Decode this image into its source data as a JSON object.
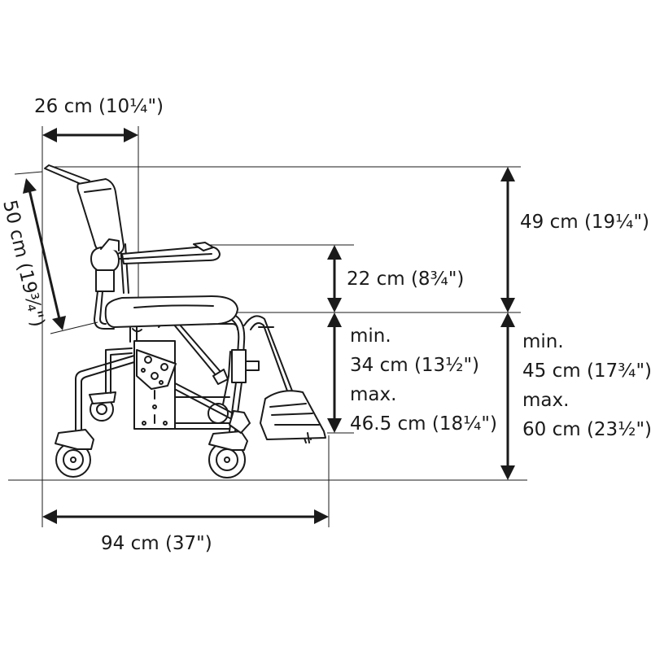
{
  "dimensions": {
    "backrest_depth": "26 cm (10¼\")",
    "backrest_length": "50 cm (19¾\")",
    "backrest_height": "49 cm (19¼\")",
    "armrest_height": "22 cm (8¾\")",
    "seat_to_footrest_min_label": "min.",
    "seat_to_footrest_min": "34 cm (13½\")",
    "seat_to_footrest_max_label": "max.",
    "seat_to_footrest_max": "46.5 cm (18¼\")",
    "seat_height_min_label": "min.",
    "seat_height_min": "45 cm (17¾\")",
    "seat_height_max_label": "max.",
    "seat_height_max": "60 cm (23½\")",
    "overall_length": "94 cm (37\")"
  },
  "icons": {
    "chair": "shower-commode-chair-icon"
  }
}
